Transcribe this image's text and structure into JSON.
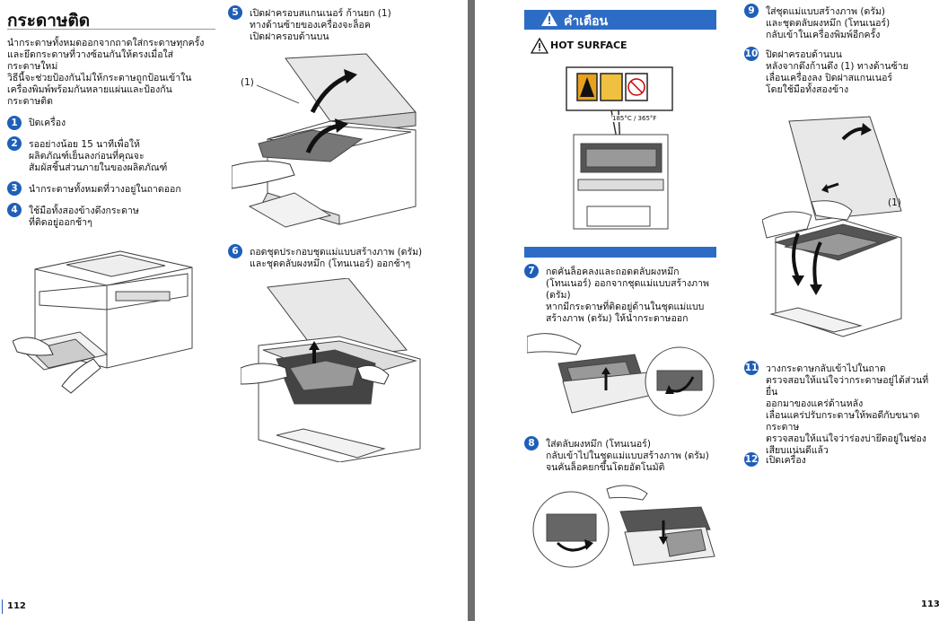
{
  "left_page": {
    "title": "กระดาษติด",
    "intro": "นำกระดาษทั้งหมดออกจากถาดใส่กระดาษทุกครั้ง\nและยึดกระดาษที่วางซ้อนกันให้ตรงเมื่อใส่\nกระดาษใหม่\nวิธีนี้จะช่วยป้องกันไม่ให้กระดาษถูกป้อนเข้าใน\nเครื่องพิมพ์พร้อมกันหลายแผ่นและป้องกัน\nกระดาษติด",
    "steps": [
      {
        "n": "1",
        "text": "ปิดเครื่อง"
      },
      {
        "n": "2",
        "text": "รออย่างน้อย 15 นาทีเพื่อให้\nผลิตภัณฑ์เย็นลงก่อนที่คุณจะ\nสัมผัสชิ้นส่วนภายในของผลิตภัณฑ์"
      },
      {
        "n": "3",
        "text": "นำกระดาษทั้งหมดที่วางอยู่ในถาดออก"
      },
      {
        "n": "4",
        "text": "ใช้มือทั้งสองข้างดึงกระดาษ\nที่ติดอยู่ออกช้าๆ"
      },
      {
        "n": "5",
        "text": "เปิดฝาครอบสแกนเนอร์ ก้านยก (1)\nทางด้านซ้ายของเครื่องจะล็อค\nเปิดฝาครอบด้านบน"
      },
      {
        "n": "6",
        "text": "ถอดชุดประกอบชุดแม่แบบสร้างภาพ (ดรัม)\nและชุดตลับผงหมึก (โทนเนอร์) ออกช้าๆ"
      }
    ],
    "callout": "(1)",
    "page_number": "112"
  },
  "right_page": {
    "warning_title": "คำเตือน",
    "hot_surface": "HOT SURFACE",
    "label_temps": "185°C / 365°F",
    "steps": [
      {
        "n": "7",
        "text": "กดคันล็อคลงและถอดตลับผงหมึก\n(โทนเนอร์) ออกจากชุดแม่แบบสร้างภาพ\n(ดรัม)\nหากมีกระดาษที่ติดอยู่ด้านในชุดแม่แบบ\nสร้างภาพ (ดรัม) ให้นำกระดาษออก"
      },
      {
        "n": "8",
        "text": "ใส่ตลับผงหมึก (โทนเนอร์)\nกลับเข้าไปในชุดแม่แบบสร้างภาพ (ดรัม)\nจนคันล็อคยกขึ้นโดยอัตโนมัติ"
      },
      {
        "n": "9",
        "text": "ใส่ชุดแม่แบบสร้างภาพ (ดรัม)\nและชุดตลับผงหมึก (โทนเนอร์)\nกลับเข้าในเครื่องพิมพ์อีกครั้ง"
      },
      {
        "n": "10",
        "text": "ปิดฝาครอบด้านบน\nหลังจากดึงก้านดึง (1) ทางด้านซ้าย\nเลื่อนเครื่องลง ปิดฝาสแกนเนอร์\nโดยใช้มือทั้งสองข้าง"
      },
      {
        "n": "11",
        "text": "วางกระดาษกลับเข้าไปในถาด\nตรวจสอบให้แน่ใจว่ากระดาษอยู่ได้ส่วนที่ยื่น\nออกมาของแคร่ด้านหลัง\nเลื่อนแคร่ปรับกระดาษให้พอดีกับขนาด\nกระดาษ\nตรวจสอบให้แน่ใจว่าร่องบ่ายึดอยู่ในช่อง\nเสียบแน่นดีแล้ว"
      },
      {
        "n": "12",
        "text": "เปิดเครื่อง"
      }
    ],
    "callout": "(1)",
    "page_number": "113"
  },
  "colors": {
    "accent": "#1f5fb8",
    "warning_bar": "#2d6cc5",
    "hot_orange": "#e8a020",
    "divider": "#6e6e6e"
  }
}
